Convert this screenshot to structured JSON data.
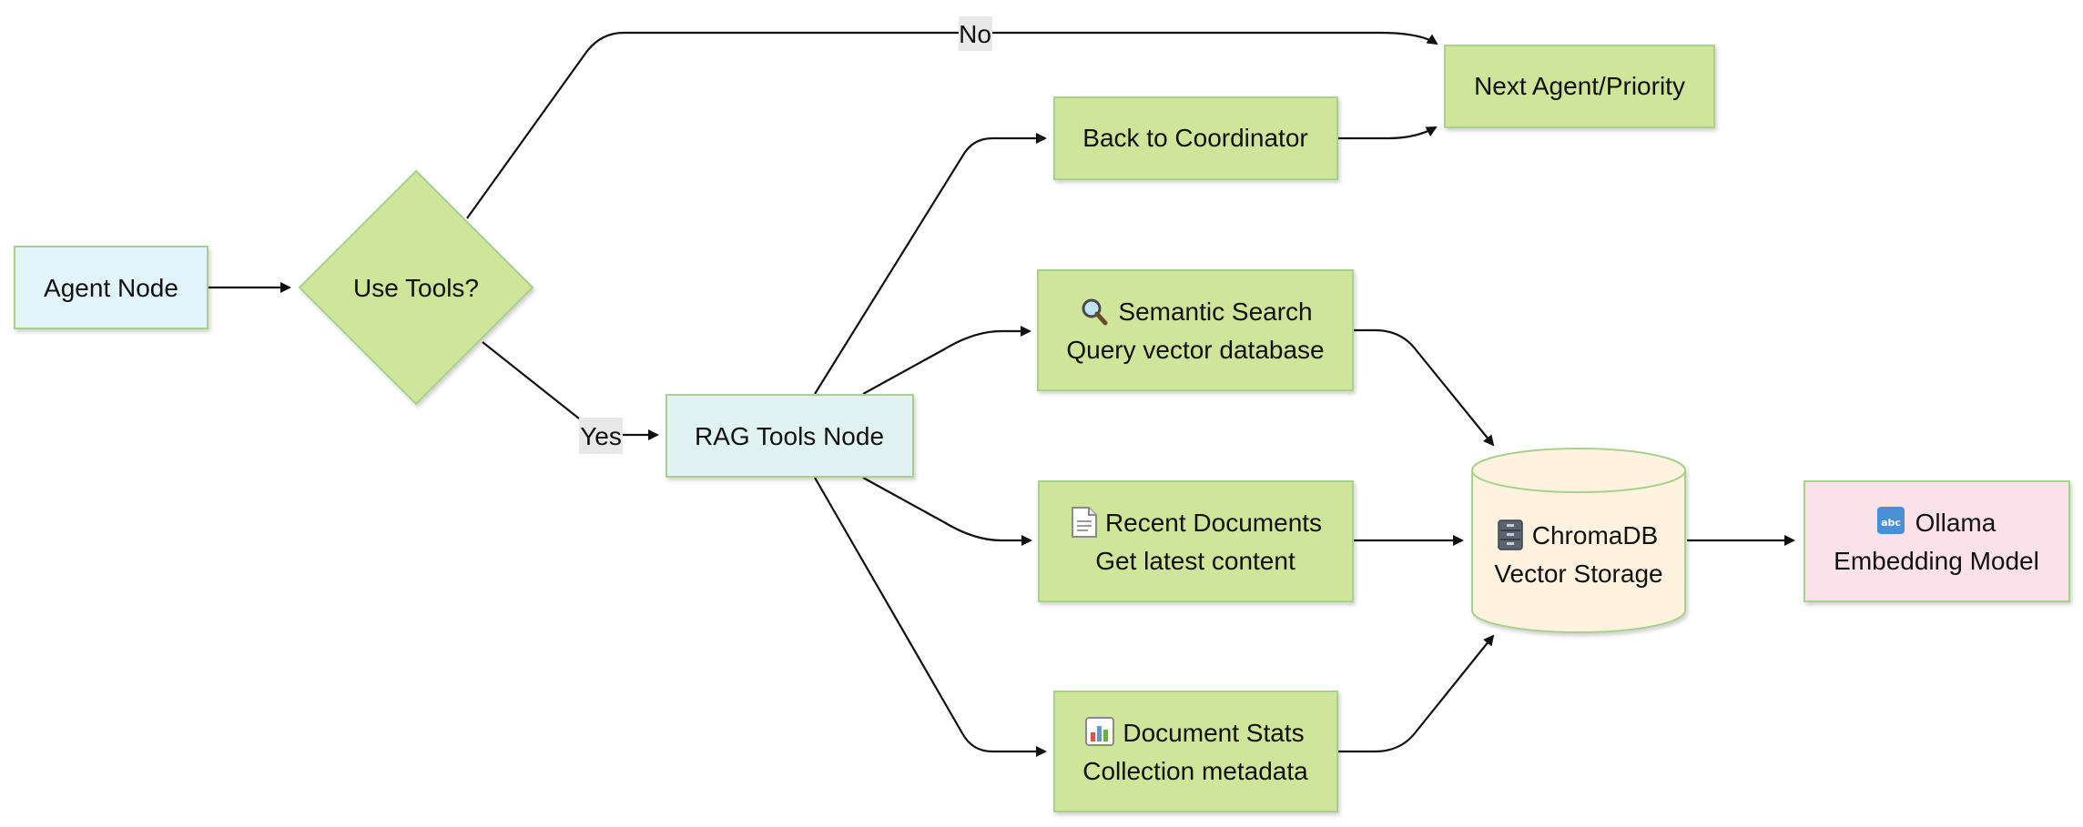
{
  "colors": {
    "agent_fill": "#e3f5fc",
    "rag_fill": "#e0f2f1",
    "tool_fill": "#cfe59a",
    "storage_fill": "#fff2df",
    "ollama_fill": "#fbe1ea",
    "stroke": "#a9d18e",
    "edge": "#111111",
    "label_bg": "#e8e8e8"
  },
  "nodes": {
    "agent": {
      "line1": "Agent Node"
    },
    "decision": {
      "line1": "Use Tools?"
    },
    "rag": {
      "line1": "RAG Tools Node"
    },
    "next": {
      "line1": "Next Agent/Priority"
    },
    "back": {
      "line1": "Back to Coordinator"
    },
    "search": {
      "icon": "magnifier-icon",
      "line1": "Semantic Search",
      "line2": "Query vector database"
    },
    "recent": {
      "icon": "document-icon",
      "line1": "Recent Documents",
      "line2": "Get latest content"
    },
    "stats": {
      "icon": "bar-chart-icon",
      "line1": "Document Stats",
      "line2": "Collection metadata"
    },
    "chroma": {
      "icon": "file-cabinet-icon",
      "line1": "ChromaDB",
      "line2": "Vector Storage"
    },
    "ollama": {
      "icon": "abc-icon",
      "line1": "Ollama",
      "line2": "Embedding Model"
    }
  },
  "edge_labels": {
    "no": "No",
    "yes": "Yes"
  }
}
